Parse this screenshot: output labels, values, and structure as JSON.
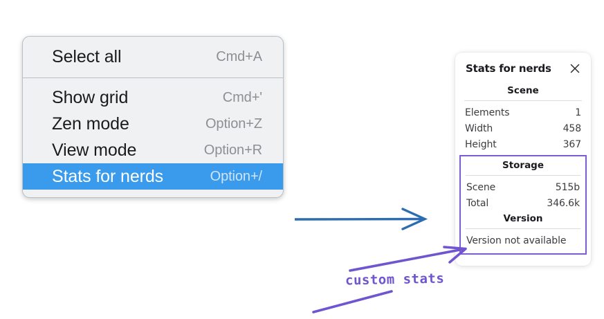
{
  "context_menu": {
    "groups": [
      {
        "items": [
          {
            "label": "Select all",
            "shortcut": "Cmd+A",
            "selected": false
          }
        ]
      },
      {
        "items": [
          {
            "label": "Show grid",
            "shortcut": "Cmd+'",
            "selected": false
          },
          {
            "label": "Zen mode",
            "shortcut": "Option+Z",
            "selected": false
          },
          {
            "label": "View mode",
            "shortcut": "Option+R",
            "selected": false
          },
          {
            "label": "Stats for nerds",
            "shortcut": "Option+/",
            "selected": true
          }
        ]
      }
    ],
    "highlight_color": "#3a9aeb",
    "background_color": "#eff1f3"
  },
  "stats_panel": {
    "title": "Stats for nerds",
    "close_icon": "close-icon",
    "scene": {
      "heading": "Scene",
      "rows": [
        {
          "label": "Elements",
          "value": "1"
        },
        {
          "label": "Width",
          "value": "458"
        },
        {
          "label": "Height",
          "value": "367"
        }
      ]
    },
    "storage": {
      "heading": "Storage",
      "rows": [
        {
          "label": "Scene",
          "value": "515b"
        },
        {
          "label": "Total",
          "value": "346.6k"
        }
      ]
    },
    "version": {
      "heading": "Version",
      "text": "Version not available"
    },
    "highlight_border_color": "#7c5cd6"
  },
  "annotations": {
    "custom_stats_label": "custom stats",
    "annotation_color": "#7055d0",
    "flow_arrow_color": "#2a6db0"
  }
}
